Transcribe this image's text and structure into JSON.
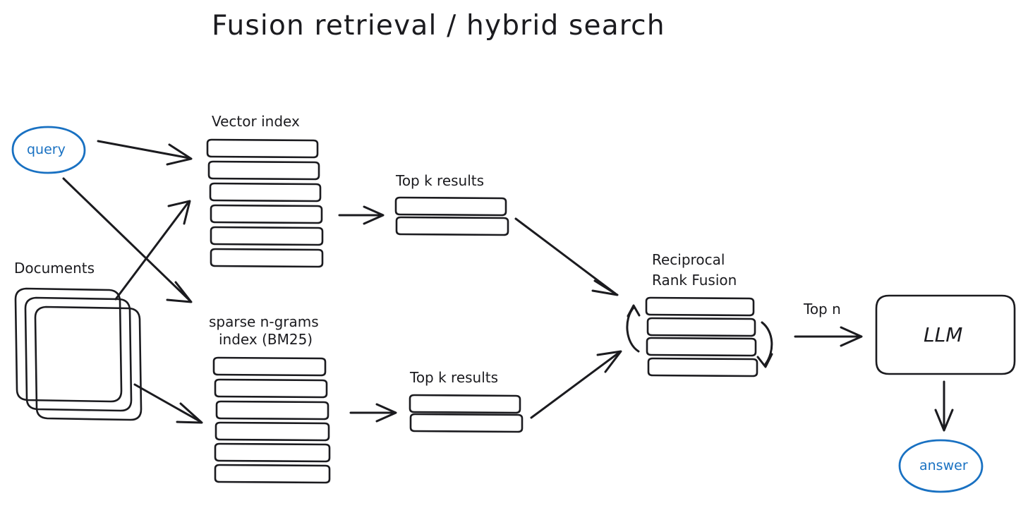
{
  "diagram": {
    "title": "Fusion retrieval / hybrid search",
    "background": "#ffffff",
    "ink_color": "#1b1b1f",
    "accent_color": "#1971c2",
    "style": "hand-drawn excalidraw"
  },
  "nodes": {
    "query": {
      "label": "query",
      "shape": "ellipse",
      "color": "#1971c2"
    },
    "documents": {
      "label": "Documents",
      "shape": "stacked-rounded-rects",
      "count": 3
    },
    "vector_index": {
      "label": "Vector index",
      "bars": 6
    },
    "sparse_index": {
      "label_line1": "sparse n-grams",
      "label_line2": "index (BM25)",
      "bars": 6
    },
    "top_k_upper": {
      "label": "Top k results",
      "bars": 2
    },
    "top_k_lower": {
      "label": "Top k results",
      "bars": 2
    },
    "rrf": {
      "label_line1": "Reciprocal",
      "label_line2": "Rank Fusion",
      "bars": 4
    },
    "llm": {
      "label": "LLM",
      "shape": "rounded-rect"
    },
    "answer": {
      "label": "answer",
      "shape": "ellipse",
      "color": "#1971c2"
    }
  },
  "edges": {
    "query_to_vector": {
      "label": ""
    },
    "query_to_sparse": {
      "label": ""
    },
    "documents_to_vector": {
      "label": ""
    },
    "documents_to_sparse": {
      "label": ""
    },
    "vector_to_topk": {
      "label": ""
    },
    "sparse_to_topk": {
      "label": ""
    },
    "topk_upper_to_rrf": {
      "label": ""
    },
    "topk_lower_to_rrf": {
      "label": ""
    },
    "rrf_to_llm": {
      "label": "Top n"
    },
    "llm_to_answer": {
      "label": ""
    }
  }
}
